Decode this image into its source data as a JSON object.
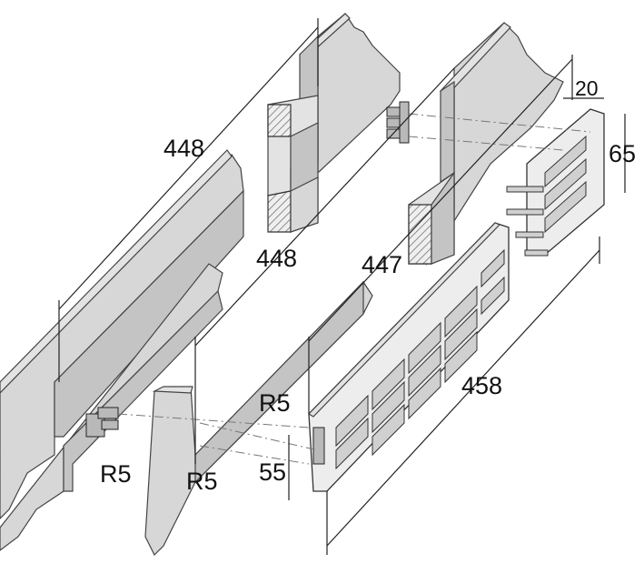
{
  "diagram": {
    "dimensions": {
      "top_wall_length": "448",
      "middle_wall_length": "448",
      "opening_length": "447",
      "grille_length": "458",
      "grille_height": "65",
      "grille_depth": "20",
      "lower_height": "55",
      "radius_left": "R5",
      "radius_middle": "R5",
      "radius_upper": "R5"
    },
    "colors": {
      "wall": "#d7d7d7",
      "outline": "#444444",
      "grille": "#ededed"
    }
  }
}
